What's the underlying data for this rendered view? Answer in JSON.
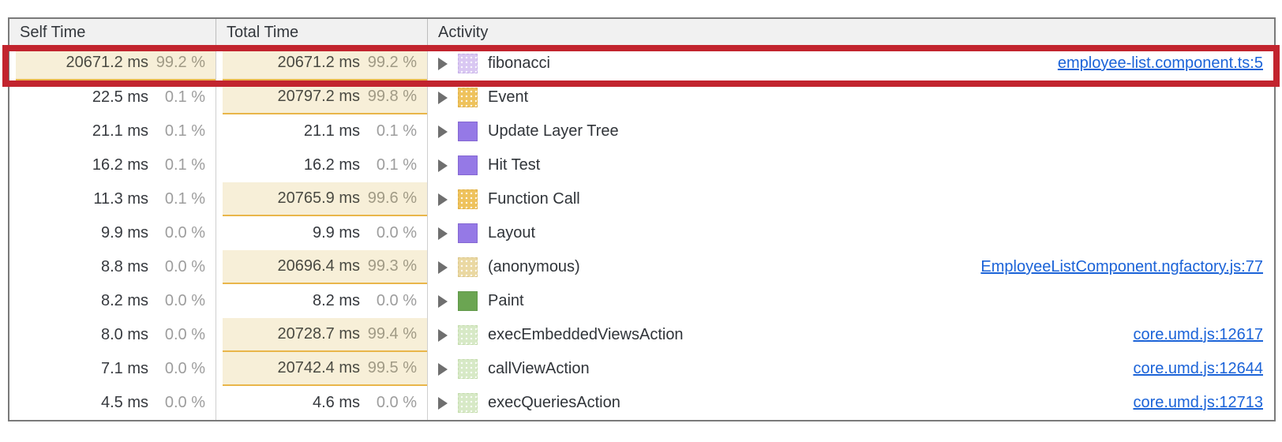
{
  "table": {
    "columns": [
      {
        "label": "Self Time"
      },
      {
        "label": "Total Time"
      },
      {
        "label": "Activity"
      }
    ],
    "rows": [
      {
        "self_time": "20671.2 ms",
        "self_pct": "99.2 %",
        "self_highlight": true,
        "total_time": "20671.2 ms",
        "total_pct": "99.2 %",
        "total_highlight": true,
        "activity": "fibonacci",
        "link": "employee-list.component.ts:5",
        "swatch_color": "#d9c7f2",
        "swatch_border": "#c4aee7",
        "speckled": true
      },
      {
        "self_time": "22.5 ms",
        "self_pct": "0.1 %",
        "self_highlight": false,
        "total_time": "20797.2 ms",
        "total_pct": "99.8 %",
        "total_highlight": true,
        "activity": "Event",
        "link": "",
        "swatch_color": "#eec25c",
        "swatch_border": "#dfae44",
        "speckled": true
      },
      {
        "self_time": "21.1 ms",
        "self_pct": "0.1 %",
        "self_highlight": false,
        "total_time": "21.1 ms",
        "total_pct": "0.1 %",
        "total_highlight": false,
        "activity": "Update Layer Tree",
        "link": "",
        "swatch_color": "#9579e6",
        "swatch_border": "#8568d2",
        "speckled": false
      },
      {
        "self_time": "16.2 ms",
        "self_pct": "0.1 %",
        "self_highlight": false,
        "total_time": "16.2 ms",
        "total_pct": "0.1 %",
        "total_highlight": false,
        "activity": "Hit Test",
        "link": "",
        "swatch_color": "#9579e6",
        "swatch_border": "#8568d2",
        "speckled": false
      },
      {
        "self_time": "11.3 ms",
        "self_pct": "0.1 %",
        "self_highlight": false,
        "total_time": "20765.9 ms",
        "total_pct": "99.6 %",
        "total_highlight": true,
        "activity": "Function Call",
        "link": "",
        "swatch_color": "#eec25c",
        "swatch_border": "#dfae44",
        "speckled": true
      },
      {
        "self_time": "9.9 ms",
        "self_pct": "0.0 %",
        "self_highlight": false,
        "total_time": "9.9 ms",
        "total_pct": "0.0 %",
        "total_highlight": false,
        "activity": "Layout",
        "link": "",
        "swatch_color": "#9579e6",
        "swatch_border": "#8568d2",
        "speckled": false
      },
      {
        "self_time": "8.8 ms",
        "self_pct": "0.0 %",
        "self_highlight": false,
        "total_time": "20696.4 ms",
        "total_pct": "99.3 %",
        "total_highlight": true,
        "activity": "(anonymous)",
        "link": "EmployeeListComponent.ngfactory.js:77",
        "swatch_color": "#ead8a2",
        "swatch_border": "#dbc689",
        "speckled": true
      },
      {
        "self_time": "8.2 ms",
        "self_pct": "0.0 %",
        "self_highlight": false,
        "total_time": "8.2 ms",
        "total_pct": "0.0 %",
        "total_highlight": false,
        "activity": "Paint",
        "link": "",
        "swatch_color": "#6ba552",
        "swatch_border": "#61984a",
        "speckled": false
      },
      {
        "self_time": "8.0 ms",
        "self_pct": "0.0 %",
        "self_highlight": false,
        "total_time": "20728.7 ms",
        "total_pct": "99.4 %",
        "total_highlight": true,
        "activity": "execEmbeddedViewsAction",
        "link": "core.umd.js:12617",
        "swatch_color": "#d7e9c6",
        "swatch_border": "#c4dcad",
        "speckled": true
      },
      {
        "self_time": "7.1 ms",
        "self_pct": "0.0 %",
        "self_highlight": false,
        "total_time": "20742.4 ms",
        "total_pct": "99.5 %",
        "total_highlight": true,
        "activity": "callViewAction",
        "link": "core.umd.js:12644",
        "swatch_color": "#d7e9c6",
        "swatch_border": "#c4dcad",
        "speckled": true
      },
      {
        "self_time": "4.5 ms",
        "self_pct": "0.0 %",
        "self_highlight": false,
        "total_time": "4.6 ms",
        "total_pct": "0.0 %",
        "total_highlight": false,
        "activity": "execQueriesAction",
        "link": "core.umd.js:12713",
        "swatch_color": "#d7e9c6",
        "swatch_border": "#c4dcad",
        "speckled": true
      }
    ]
  },
  "colors": {
    "annotation_red": "#c2242e",
    "row_highlight_bg": "#f7efd8",
    "row_highlight_underline": "#e9b64a",
    "link_blue": "#1b63d8"
  },
  "annotation": {
    "description": "red rectangle highlighting the fibonacci row"
  }
}
